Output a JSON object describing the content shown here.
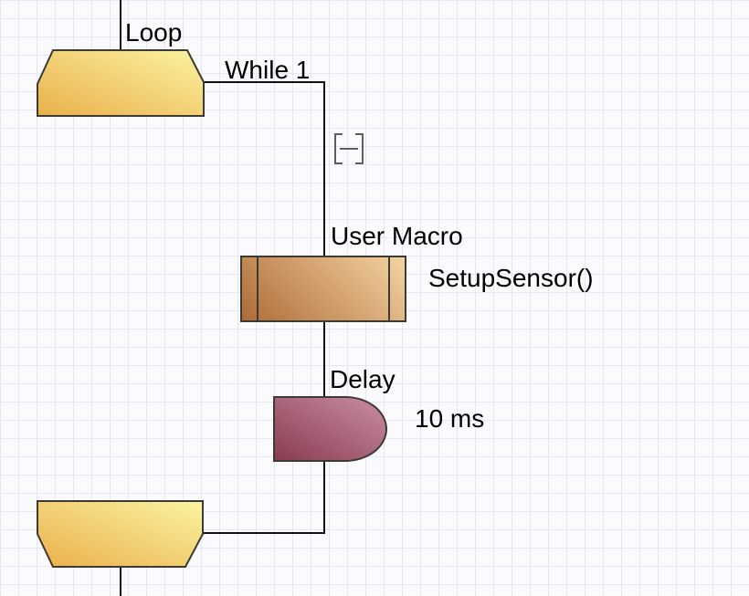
{
  "colors": {
    "canvas_bg": "#fbfafc",
    "grid_line": "#e9e5f7",
    "connector": "#111111",
    "shape_border": "#3d3a33",
    "label_text": "#000000",
    "collapse_icon": "#5e5e5e",
    "loop_fill_light": "#fbf3a2",
    "loop_fill_dark": "#eab04b",
    "macro_fill_light": "#f4d3a3",
    "macro_fill_dark": "#ad6c37",
    "delay_fill_light": "#c98ea1",
    "delay_fill_dark": "#8a3c52"
  },
  "flowchart": {
    "loop_start": {
      "label": "Loop",
      "condition": "While 1"
    },
    "collapse_toggle": {
      "glyph": "[−]"
    },
    "user_macro": {
      "label": "User Macro",
      "call": "SetupSensor()"
    },
    "delay": {
      "label": "Delay",
      "duration": "10 ms"
    },
    "loop_end": {
      "label": ""
    }
  }
}
